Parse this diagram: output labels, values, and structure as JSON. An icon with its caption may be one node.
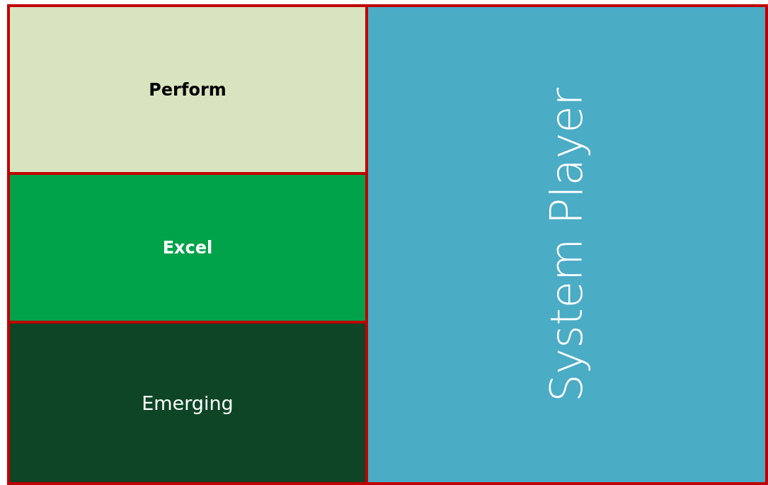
{
  "diagram": {
    "nodes": [
      {
        "text": [
          "Perform"
        ]
      },
      {
        "text": [
          "Excel"
        ]
      },
      {
        "text": [
          "Emerging"
        ]
      },
      {
        "text": [
          "System Player"
        ]
      }
    ]
  }
}
